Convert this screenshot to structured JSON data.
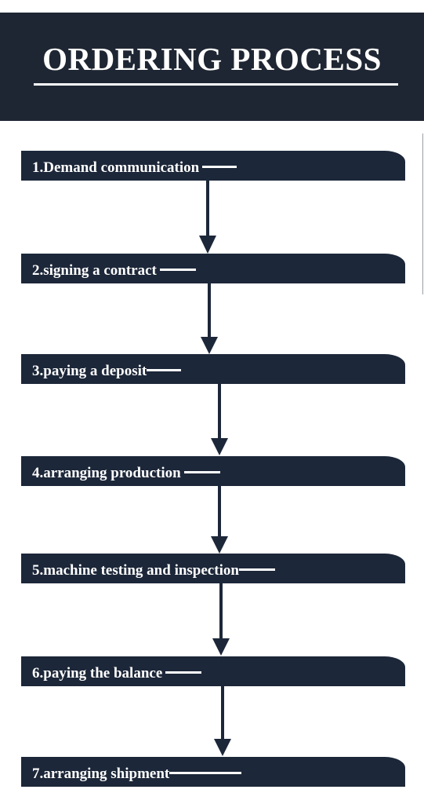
{
  "header": {
    "title": "ORDERING PROCESS"
  },
  "colors": {
    "header_bg": "#1f2633",
    "step_bg": "#1c2739",
    "arrow": "#1c2739",
    "text": "#ffffff"
  },
  "steps": [
    {
      "label": "1.Demand communication"
    },
    {
      "label": "2.signing a contract"
    },
    {
      "label": "3.paying a deposit"
    },
    {
      "label": "4.arranging production"
    },
    {
      "label": "5.machine testing and inspection"
    },
    {
      "label": "6.paying the balance"
    },
    {
      "label": "7.arranging shipment"
    }
  ]
}
